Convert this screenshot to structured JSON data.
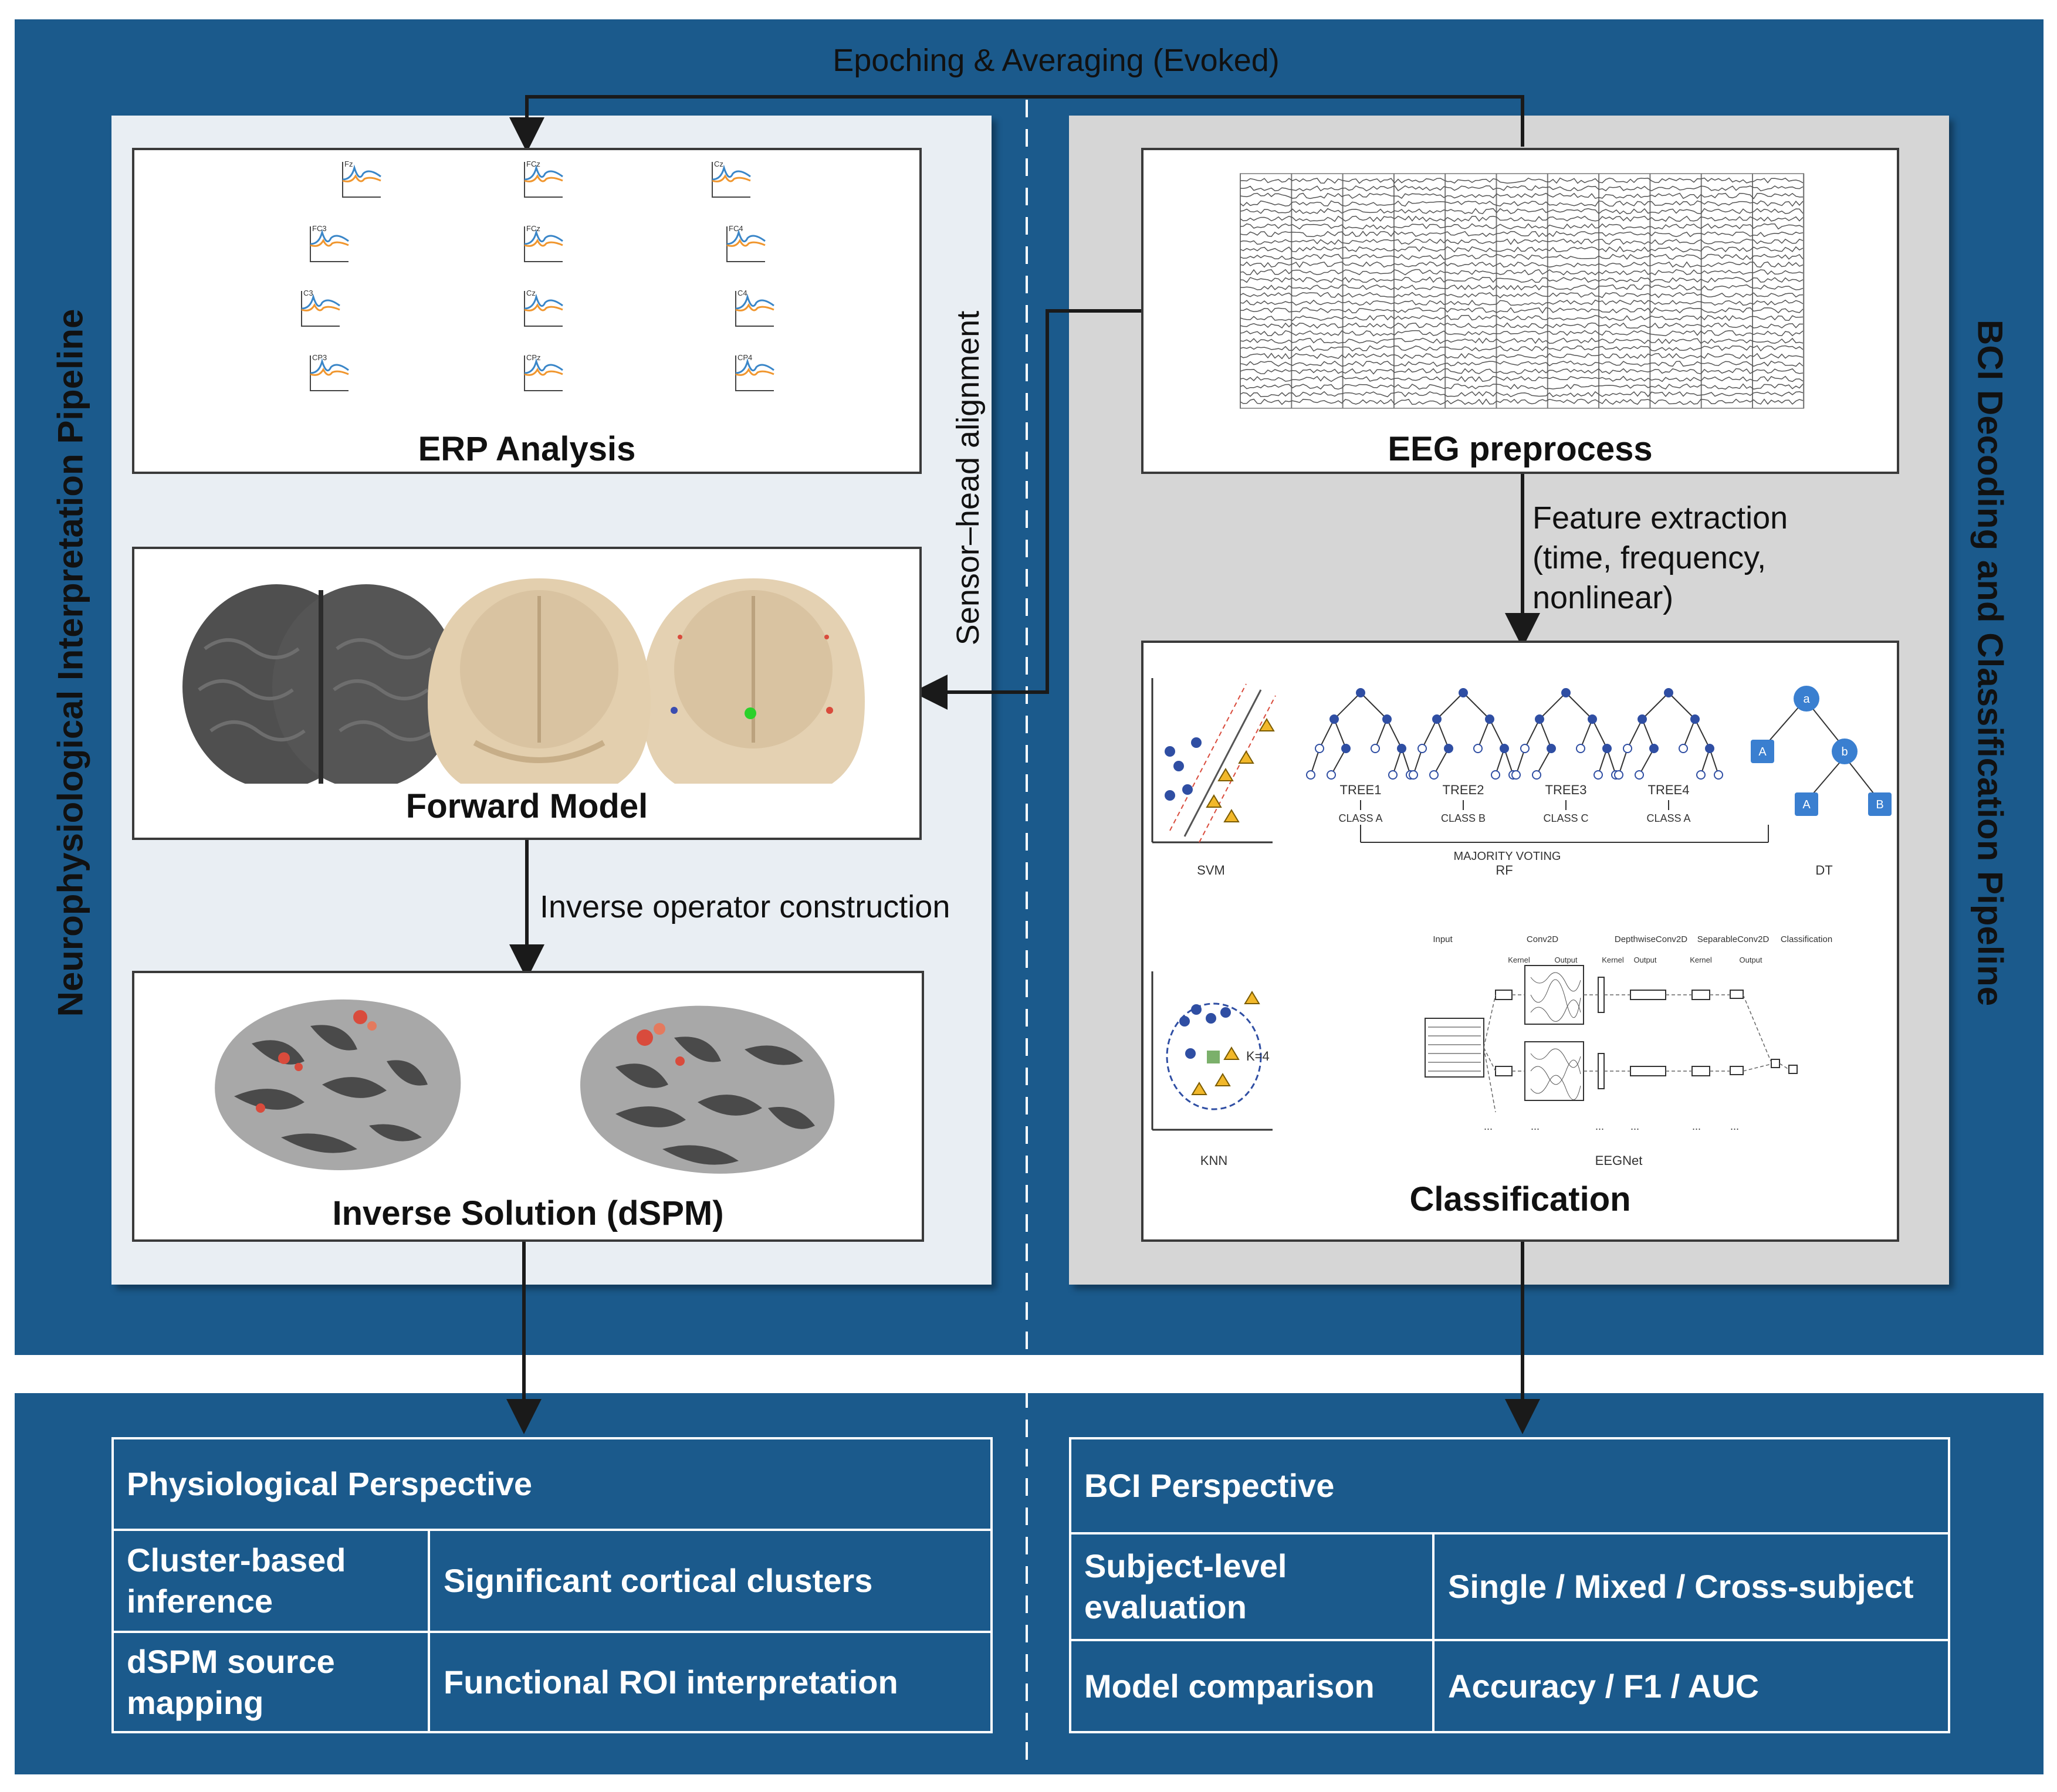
{
  "top_flow_label": "Epoching & Averaging (Evoked)",
  "left_pipeline_title": "Neurophysiological Interpretation Pipeline",
  "right_pipeline_title": "BCI Decoding and Classification Pipeline",
  "cards": {
    "erp": "ERP Analysis",
    "forward": "Forward Model",
    "inverse": "Inverse Solution (dSPM)",
    "eeg": "EEG preprocess",
    "classification": "Classification"
  },
  "flow": {
    "sensor_head": "Sensor–head alignment",
    "inverse_op": "Inverse operator construction",
    "feature_line1": "Feature extraction",
    "feature_line2": "(time, frequency,",
    "feature_line3": "nonlinear)"
  },
  "classifiers": {
    "svm": "SVM",
    "rf": "RF",
    "dt": "DT",
    "knn": "KNN",
    "eegnet": "EEGNet",
    "majority_voting": "MAJORITY VOTING",
    "k_label": "K=4",
    "trees": [
      "TREE1",
      "TREE2",
      "TREE3",
      "TREE4"
    ],
    "classes": [
      "CLASS A",
      "CLASS B",
      "CLASS C",
      "CLASS A"
    ],
    "dt_root": "a",
    "dt_node": "b",
    "dt_leaves": [
      "A",
      "A",
      "B"
    ],
    "eegnet_headers": [
      "Input",
      "Conv2D",
      "DepthwiseConv2D",
      "SeparableConv2D",
      "Classification"
    ],
    "eegnet_sub": [
      "Kernel",
      "Output",
      "Kernel",
      "Output",
      "Kernel",
      "Output"
    ]
  },
  "erp_channels": [
    "Fz",
    "FCz",
    "Cz",
    "FC3",
    "FCz",
    "FC4",
    "C3",
    "Cz",
    "C4",
    "CP3",
    "CPz",
    "CP4"
  ],
  "physiological_table": {
    "header": "Physiological Perspective",
    "rows": [
      [
        "Cluster-based inference",
        "Significant cortical clusters"
      ],
      [
        "dSPM source mapping",
        "Functional ROI interpretation"
      ]
    ]
  },
  "bci_table": {
    "header": "BCI Perspective",
    "rows": [
      [
        "Subject-level evaluation",
        "Single / Mixed / Cross-subject"
      ],
      [
        "Model comparison",
        "Accuracy / F1 / AUC"
      ]
    ]
  },
  "colors": {
    "frame_blue": "#1b5a8c",
    "left_panel": "#e9eef3",
    "right_panel": "#d6d6d6",
    "erp_blue": "#3a86c8",
    "erp_orange": "#f0962e",
    "cortex_dark": "#4a4a4a",
    "cortex_light": "#a8a8a8",
    "activation_red": "#d94b3c",
    "head_tan": "#e3cfae"
  }
}
